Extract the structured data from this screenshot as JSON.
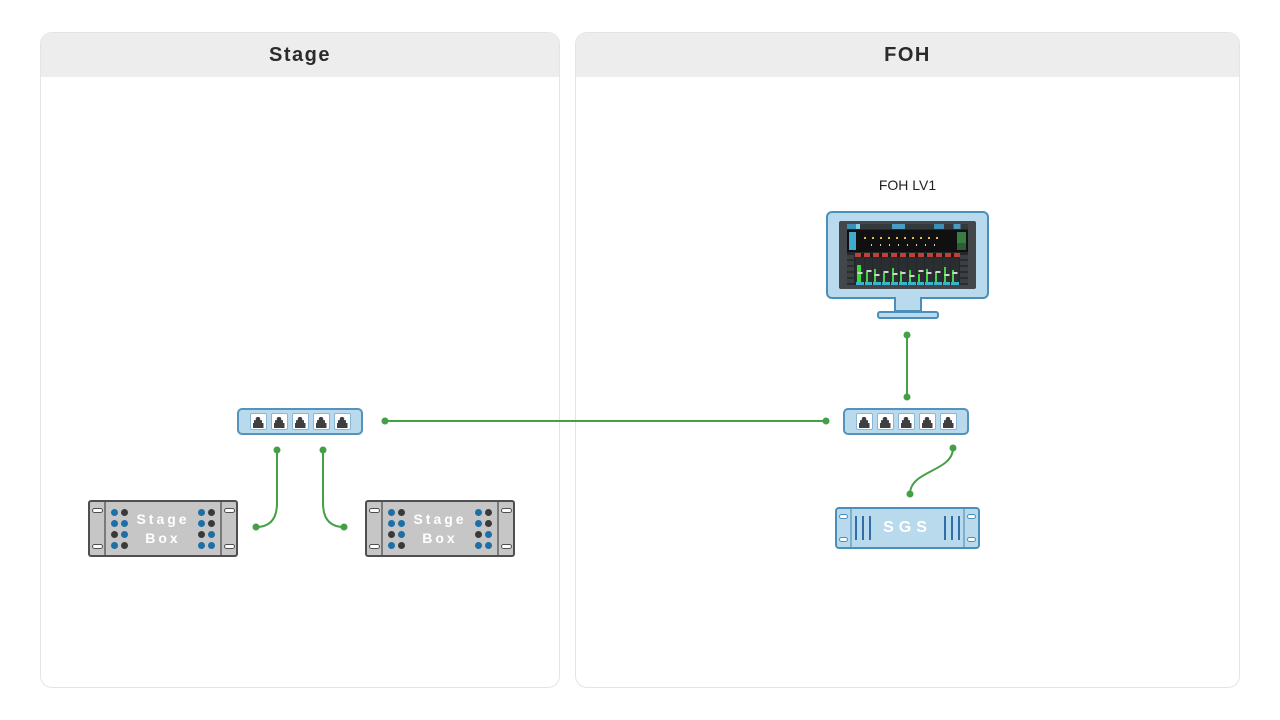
{
  "panels": {
    "stage": {
      "title": "Stage"
    },
    "foh": {
      "title": "FOH"
    }
  },
  "devices": {
    "foh_computer": {
      "label": "FOH LV1",
      "screen_app": "eMotion LV1 mixer"
    },
    "switch_stage": {
      "ports": 5
    },
    "switch_foh": {
      "ports": 5
    },
    "stagebox_left": {
      "lines": [
        "Stage",
        "Box"
      ]
    },
    "stagebox_right": {
      "lines": [
        "Stage",
        "Box"
      ]
    },
    "sgs": {
      "label": "SGS"
    }
  },
  "stagebox_dot_pattern": {
    "left_group": [
      [
        "blue",
        "dark"
      ],
      [
        "blue",
        "blue"
      ],
      [
        "dark",
        "blue"
      ],
      [
        "blue",
        "dark"
      ]
    ],
    "right_group": [
      [
        "blue",
        "dark"
      ],
      [
        "blue",
        "dark"
      ],
      [
        "dark",
        "blue"
      ],
      [
        "blue",
        "blue"
      ]
    ]
  },
  "screen": {
    "meter_levels": [
      0.85,
      0.5,
      0.65,
      0.45,
      0.7,
      0.55,
      0.6,
      0.4,
      0.65,
      0.5,
      0.75,
      0.6
    ],
    "fader_levels": [
      0.45,
      0.6,
      0.35,
      0.55,
      0.4,
      0.5,
      0.3,
      0.6,
      0.45,
      0.55,
      0.35,
      0.5
    ]
  },
  "connections": [
    {
      "from": "stage-network-switch",
      "to": "foh-network-switch"
    },
    {
      "from": "foh-network-switch",
      "to": "foh-computer"
    },
    {
      "from": "stage-network-switch",
      "to": "stagebox-1"
    },
    {
      "from": "stage-network-switch",
      "to": "stagebox-2"
    },
    {
      "from": "foh-network-switch",
      "to": "sgs"
    }
  ],
  "colors": {
    "accent_green": "#43a047",
    "device_blue_fill": "#b9d9ec",
    "device_blue_border": "#4a8fbc",
    "rack_gray_fill": "#c6c6c6",
    "dot_blue": "#1d6fa5",
    "dot_dark": "#3a3a3a",
    "panel_header_bg": "#ededed"
  }
}
